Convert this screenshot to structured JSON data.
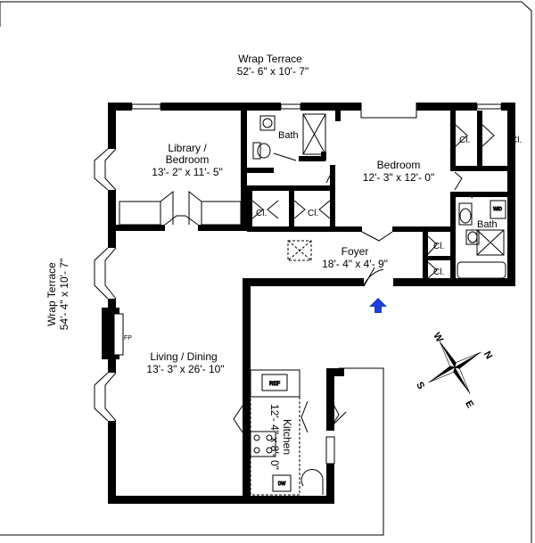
{
  "terrace_north": {
    "name": "Wrap Terrace",
    "dims": "52'- 6\" x 10'- 7\""
  },
  "terrace_west": {
    "name": "Wrap Terrace",
    "dims": "54'- 4\" x 10'- 7\""
  },
  "rooms": {
    "library": {
      "name_line1": "Library /",
      "name_line2": "Bedroom",
      "dims": "13'- 2\" x 11'- 5\""
    },
    "bath_north": {
      "name": "Bath"
    },
    "bedroom": {
      "name": "Bedroom",
      "dims": "12'- 3\" x 12'- 0\""
    },
    "bath_east": {
      "name": "Bath"
    },
    "foyer": {
      "name": "Foyer",
      "dims": "18'- 4\" x 4'- 9\""
    },
    "living": {
      "name": "Living / Dining",
      "dims": "13'- 3\" x 26'- 10\""
    },
    "kitchen": {
      "name": "Kitchen",
      "dims": "12'- 4\" x 8'- 0\""
    }
  },
  "closet_label": "Cl.",
  "fixtures": {
    "fireplace": "FP",
    "refrigerator": "REF",
    "dishwasher": "DW",
    "washer_dryer": "W/D"
  },
  "compass": {
    "n": "N",
    "e": "E",
    "s": "S",
    "w": "W"
  },
  "colors": {
    "wall": "#000000",
    "entry_arrow": "#1f3fd6",
    "background": "#ffffff"
  }
}
